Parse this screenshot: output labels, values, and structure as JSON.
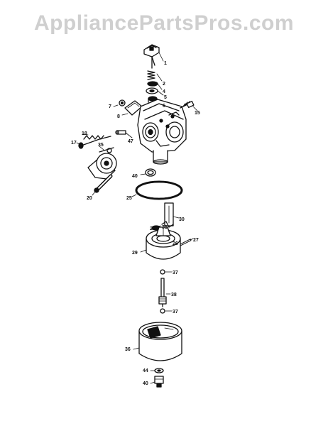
{
  "watermark": "AppliancePartsPros.com",
  "colors": {
    "ink": "#111111",
    "paper": "#ffffff",
    "watermark": "#cfcfcf"
  },
  "diagram": {
    "part_labels": {
      "p1": "1",
      "p2": "2",
      "p4": "4",
      "p5": "5",
      "p6": "6",
      "p7": "7",
      "p8": "8",
      "p15": "15",
      "p17": "17",
      "p18": "18",
      "p20": "20",
      "p25": "25",
      "p26": "26",
      "p27": "27",
      "p28": "28",
      "p29": "29",
      "p30": "30",
      "p31": "31",
      "p35": "35",
      "p36": "36",
      "p37a": "37",
      "p37b": "37",
      "p38": "38",
      "p40a": "40",
      "p40b": "40",
      "p44": "44",
      "p47": "47"
    }
  }
}
